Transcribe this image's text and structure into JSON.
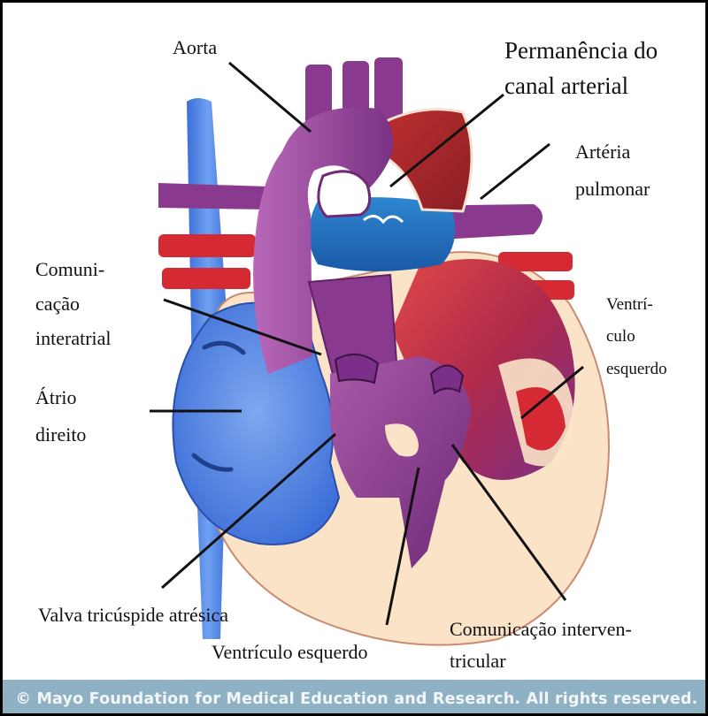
{
  "labels": {
    "aorta": "Aorta",
    "permanencia_line1": "Permanência do",
    "permanencia_line2": "canal arterial",
    "arteria_line1": "Artéria",
    "arteria_line2": "pulmonar",
    "comunicacao_ia_line1": "Comuni-",
    "comunicacao_ia_line2": "cação",
    "comunicacao_ia_line3": "interatrial",
    "ventriculo_right_line1": "Ventrí-",
    "ventriculo_right_line2": "culo",
    "ventriculo_right_line3": "esquerdo",
    "atrio_line1": "Átrio",
    "atrio_line2": "direito",
    "valva": "Valva tricúspide atrésica",
    "ventriculo_bottom": "Ventrículo esquerdo",
    "comunicacao_iv_line1": "Comunicação interven-",
    "comunicacao_iv_line2": "tricular"
  },
  "copyright": "© Mayo Foundation for Medical Education and Research.  All rights reserved.",
  "colors": {
    "border": "#000000",
    "blue": "#4a7fe0",
    "purple": "#8a3a8e",
    "red": "#c0262e",
    "tissue": "#fbe3c8",
    "pulmonary_blue": "#2a6fc0",
    "footer": "#8fb1c4"
  }
}
